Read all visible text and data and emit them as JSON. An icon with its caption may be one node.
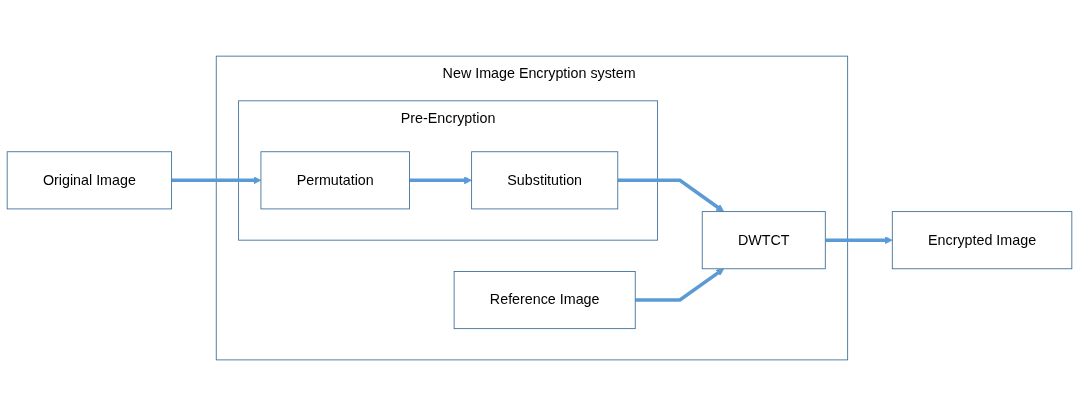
{
  "diagram": {
    "nodes": [
      {
        "text": [
          "Original Image"
        ]
      },
      {
        "text": [
          "New Image Encryption system"
        ]
      },
      {
        "text": [
          "Pre-Encryption"
        ],
        "in": 1
      },
      {
        "text": [
          "Permutation"
        ],
        "in": 2
      },
      {
        "text": [
          "Substitution"
        ],
        "in": 2
      },
      {
        "text": [
          "Reference Image"
        ],
        "in": 1
      },
      {
        "text": [
          "DWTCT"
        ],
        "in": 1
      },
      {
        "text": [
          "Encrypted Image"
        ]
      }
    ],
    "edges": [
      {
        "from": 0,
        "to": 3,
        "arrow": "to"
      },
      {
        "from": 3,
        "to": 4,
        "arrow": "to"
      },
      {
        "from": 4,
        "to": 6,
        "arrow": "to"
      },
      {
        "from": 5,
        "to": 6,
        "arrow": "to"
      },
      {
        "from": 6,
        "to": 7,
        "arrow": "to"
      }
    ]
  }
}
